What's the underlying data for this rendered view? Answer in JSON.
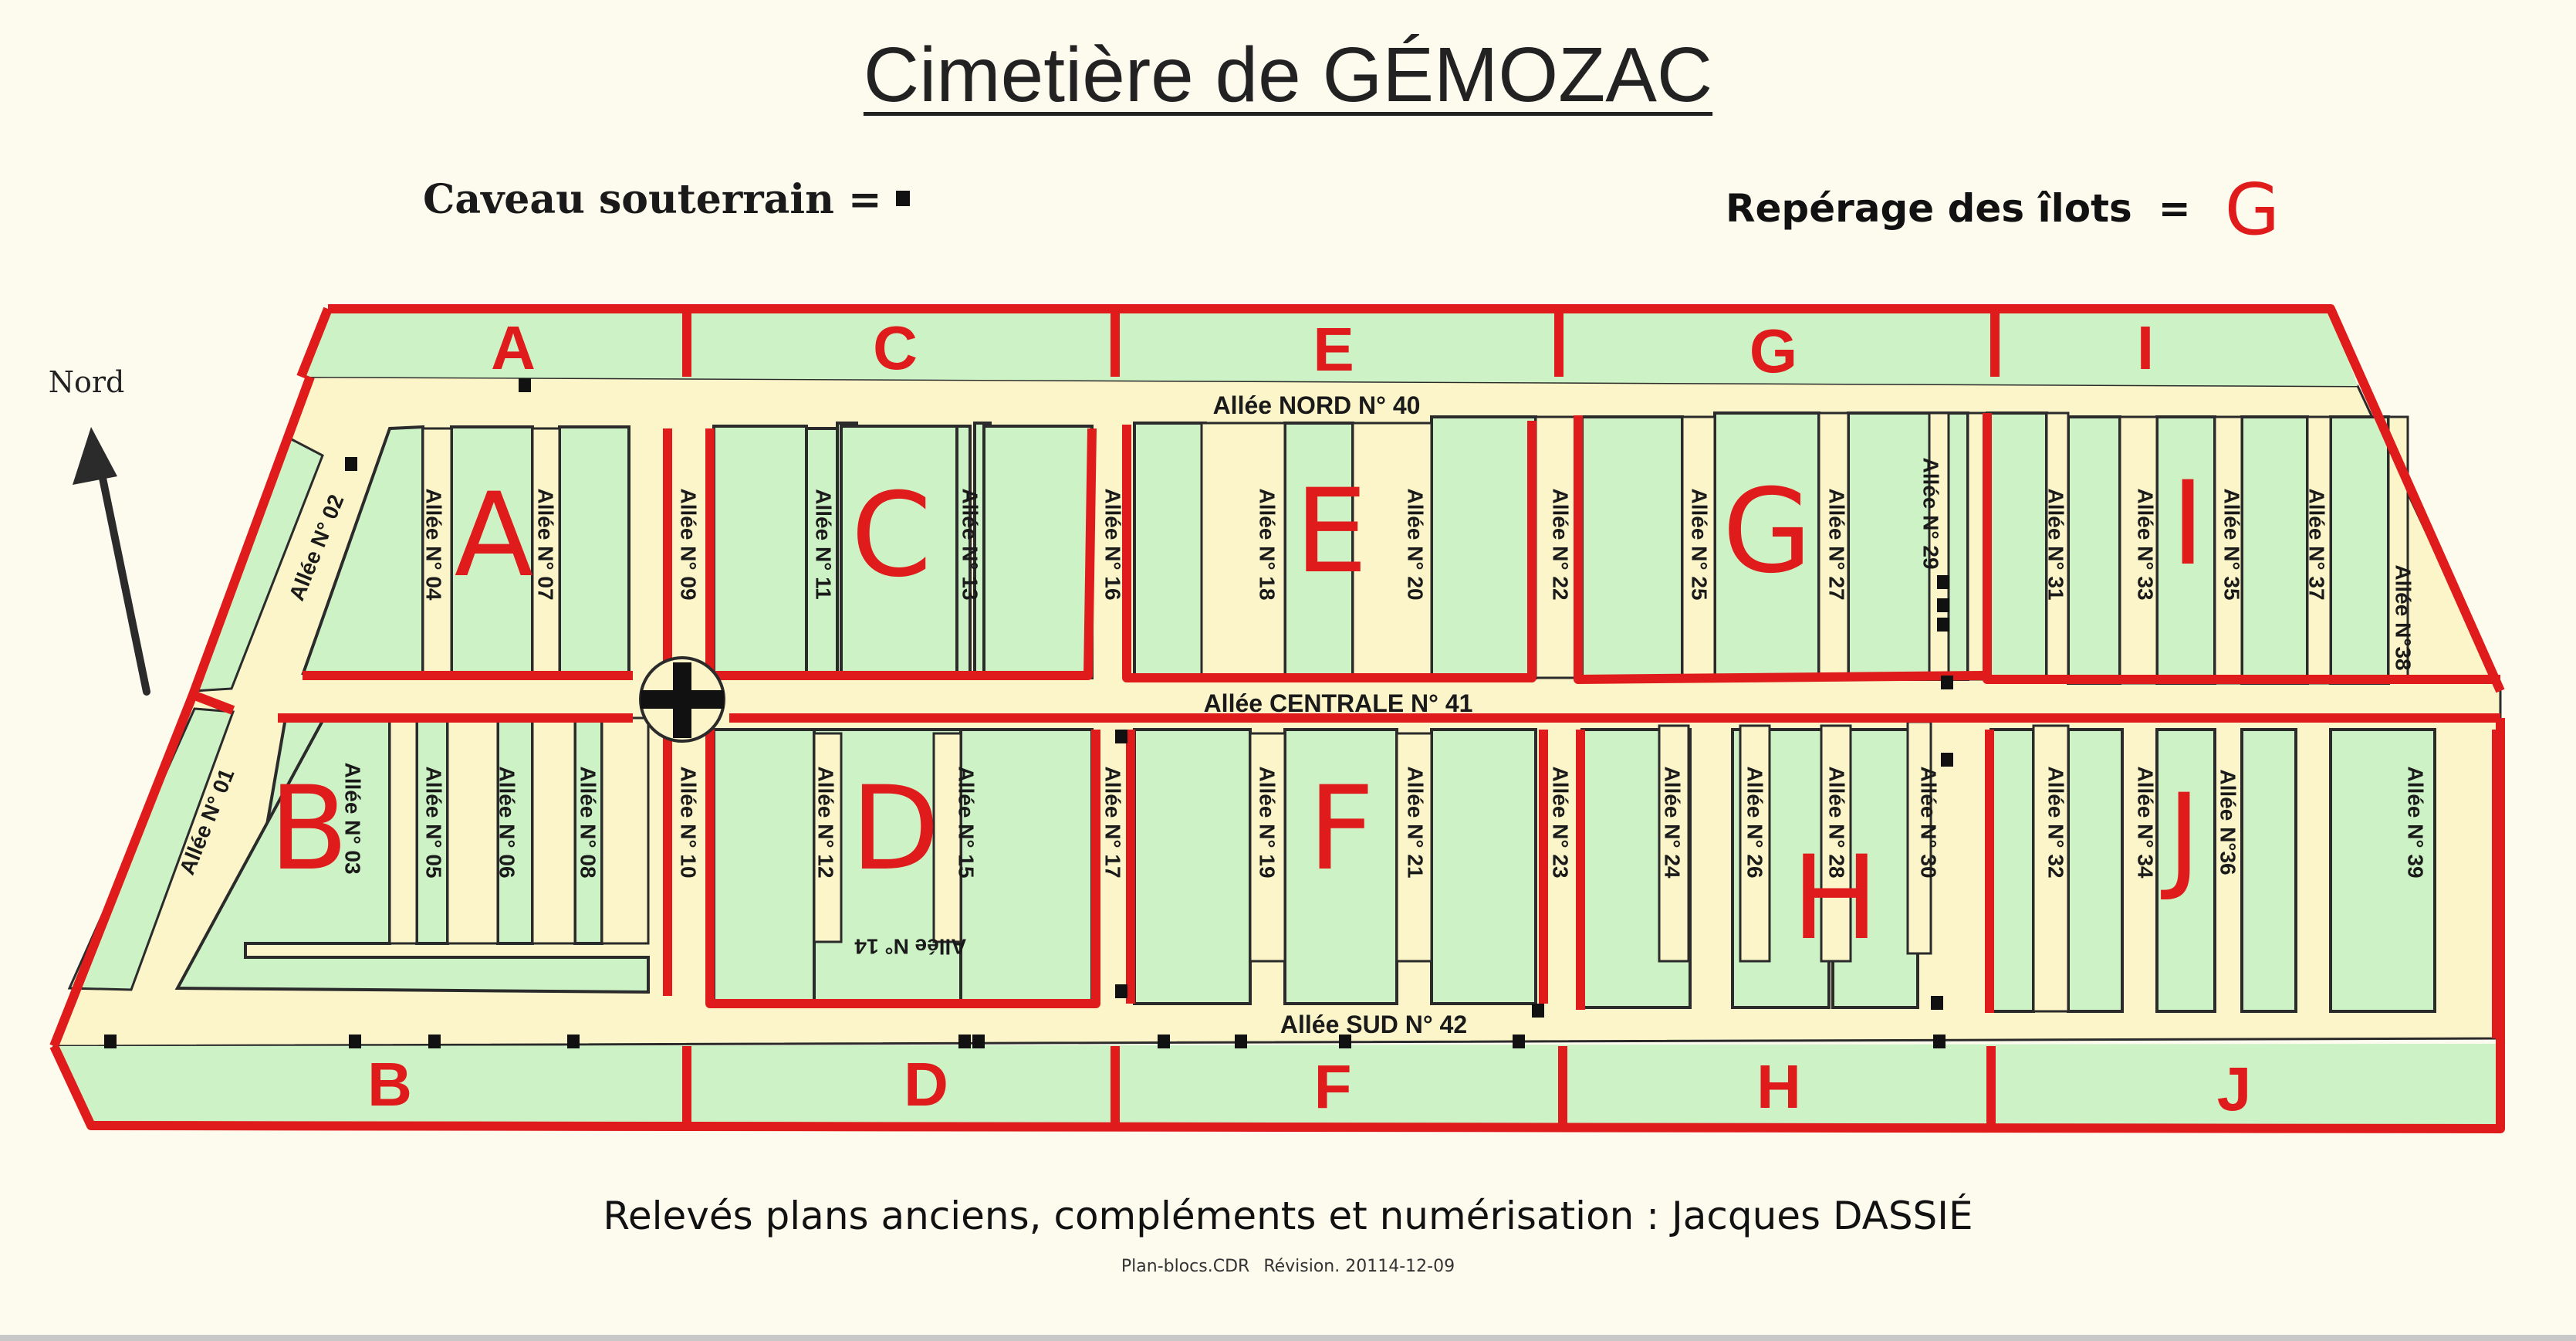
{
  "title": "Cimetière de GÉMOZAC",
  "legend": {
    "vault_label": "Caveau souterrain =",
    "islands_label": "Repérage des îlots",
    "islands_equals": "=",
    "islands_example": "G"
  },
  "north_label": "Nord",
  "blocks": [
    "A",
    "B",
    "C",
    "D",
    "E",
    "F",
    "G",
    "H",
    "I",
    "J"
  ],
  "main_alleys": {
    "nord": "Allée NORD N° 40",
    "centrale": "Allée CENTRALE N° 41",
    "sud": "Allée SUD N° 42"
  },
  "side_alleys": [
    "Allée N° 01",
    "Allée N° 02",
    "Allée N° 03",
    "Allée N° 04",
    "Allée N° 05",
    "Allée N° 06",
    "Allée N° 07",
    "Allée N° 08",
    "Allée N° 09",
    "Allée N° 10",
    "Allée N° 11",
    "Allée N° 12",
    "Allée N° 13",
    "Allée N° 14",
    "Allée N° 15",
    "Allée N° 16",
    "Allée N° 17",
    "Allée N° 18",
    "Allée N° 19",
    "Allée N° 20",
    "Allée N° 21",
    "Allée N° 22",
    "Allée N° 23",
    "Allée N° 24",
    "Allée N° 25",
    "Allée N° 26",
    "Allée N° 27",
    "Allée N° 28",
    "Allée N° 29",
    "Allée N° 30",
    "Allée N° 31",
    "Allée N° 32",
    "Allée N° 33",
    "Allée N° 34",
    "Allée N° 35",
    "Allée N°36",
    "Allée N° 37",
    "Allée N°38",
    "Allée N° 39"
  ],
  "credit": "Relevés plans anciens, compléments et numérisation : Jacques DASSIÉ",
  "file_name": "Plan-blocs.CDR",
  "revision": "Révision. 20114-12-09",
  "colors": {
    "background": "#fdfbee",
    "plot_fill": "#cdf2c6",
    "alley_fill": "#fbf5c9",
    "block_border": "#e01b1b",
    "outline": "#2b2b2b"
  }
}
